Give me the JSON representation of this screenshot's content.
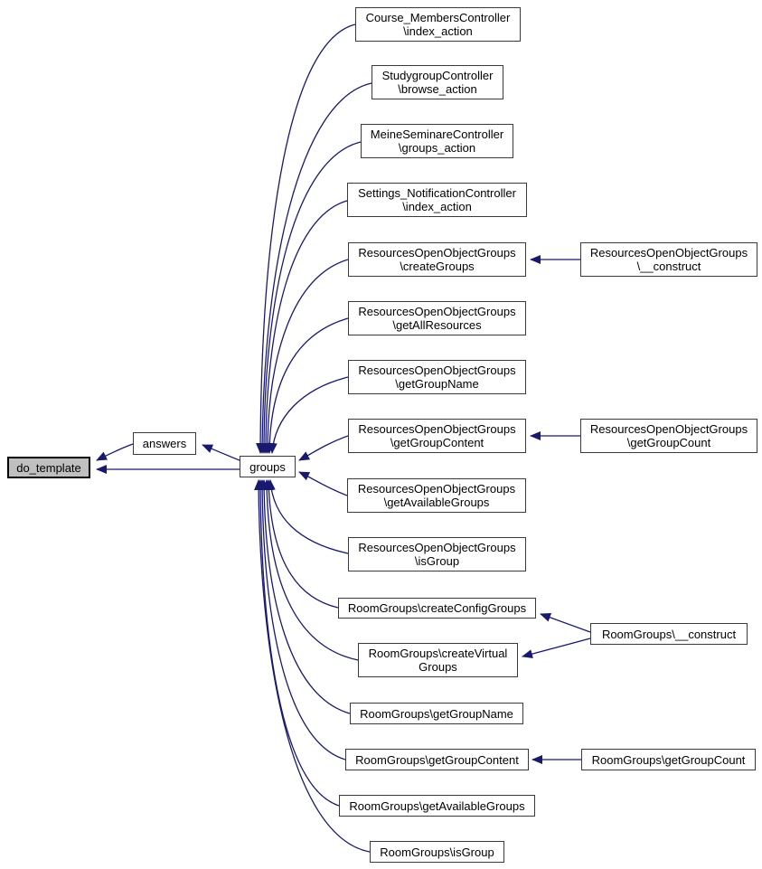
{
  "diagram": {
    "type": "caller-graph",
    "colors": {
      "edge": "#191970",
      "focus_fill": "#bfbfbf",
      "node_fill": "#ffffff",
      "node_border": "#3a3a3a"
    },
    "focus": {
      "label": "do_template"
    },
    "mid": {
      "answers": {
        "label": "answers"
      },
      "groups": {
        "label": "groups"
      }
    },
    "callers": [
      {
        "label": "Course_MembersController\n\\index_action"
      },
      {
        "label": "StudygroupController\n\\browse_action"
      },
      {
        "label": "MeineSeminareController\n\\groups_action"
      },
      {
        "label": "Settings_NotificationController\n\\index_action"
      },
      {
        "label": "ResourcesOpenObjectGroups\n\\createGroups"
      },
      {
        "label": "ResourcesOpenObjectGroups\n\\getAllResources"
      },
      {
        "label": "ResourcesOpenObjectGroups\n\\getGroupName"
      },
      {
        "label": "ResourcesOpenObjectGroups\n\\getGroupContent"
      },
      {
        "label": "ResourcesOpenObjectGroups\n\\getAvailableGroups"
      },
      {
        "label": "ResourcesOpenObjectGroups\n\\isGroup"
      },
      {
        "label": "RoomGroups\\createConfigGroups"
      },
      {
        "label": "RoomGroups\\createVirtual\nGroups"
      },
      {
        "label": "RoomGroups\\getGroupName"
      },
      {
        "label": "RoomGroups\\getGroupContent"
      },
      {
        "label": "RoomGroups\\getAvailableGroups"
      },
      {
        "label": "RoomGroups\\isGroup"
      }
    ],
    "secondary": [
      {
        "label": "ResourcesOpenObjectGroups\n\\__construct"
      },
      {
        "label": "ResourcesOpenObjectGroups\n\\getGroupCount"
      },
      {
        "label": "RoomGroups\\__construct"
      },
      {
        "label": "RoomGroups\\getGroupCount"
      }
    ]
  }
}
